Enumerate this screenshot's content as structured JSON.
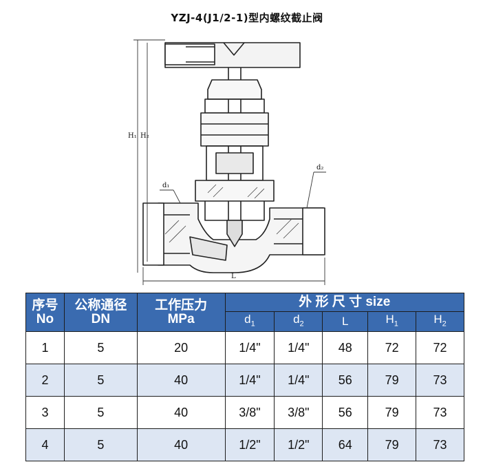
{
  "title": "YZJ-4(J1/2-1)型内螺纹截止阀",
  "drawing": {
    "labels": {
      "h1": "H₁",
      "h2": "H₂",
      "d1": "d₁",
      "d2": "d₂",
      "l": "L"
    }
  },
  "table": {
    "headers": {
      "no_cn": "序号",
      "no_en": "No",
      "dn_cn": "公称通径",
      "dn_en": "DN",
      "mpa_cn": "工作压力",
      "mpa_en": "MPa",
      "size": "外 形 尺 寸 size",
      "d1": "d",
      "d1_sub": "1",
      "d2": "d",
      "d2_sub": "2",
      "l": "L",
      "h1": "H",
      "h1_sub": "1",
      "h2": "H",
      "h2_sub": "2"
    },
    "rows": [
      {
        "no": "1",
        "dn": "5",
        "mpa": "20",
        "d1": "1/4\"",
        "d2": "1/4\"",
        "l": "48",
        "h1": "72",
        "h2": "72"
      },
      {
        "no": "2",
        "dn": "5",
        "mpa": "40",
        "d1": "1/4\"",
        "d2": "1/4\"",
        "l": "56",
        "h1": "79",
        "h2": "73"
      },
      {
        "no": "3",
        "dn": "5",
        "mpa": "40",
        "d1": "3/8\"",
        "d2": "3/8\"",
        "l": "56",
        "h1": "79",
        "h2": "73"
      },
      {
        "no": "4",
        "dn": "5",
        "mpa": "40",
        "d1": "1/2\"",
        "d2": "1/2\"",
        "l": "64",
        "h1": "79",
        "h2": "73"
      }
    ]
  }
}
